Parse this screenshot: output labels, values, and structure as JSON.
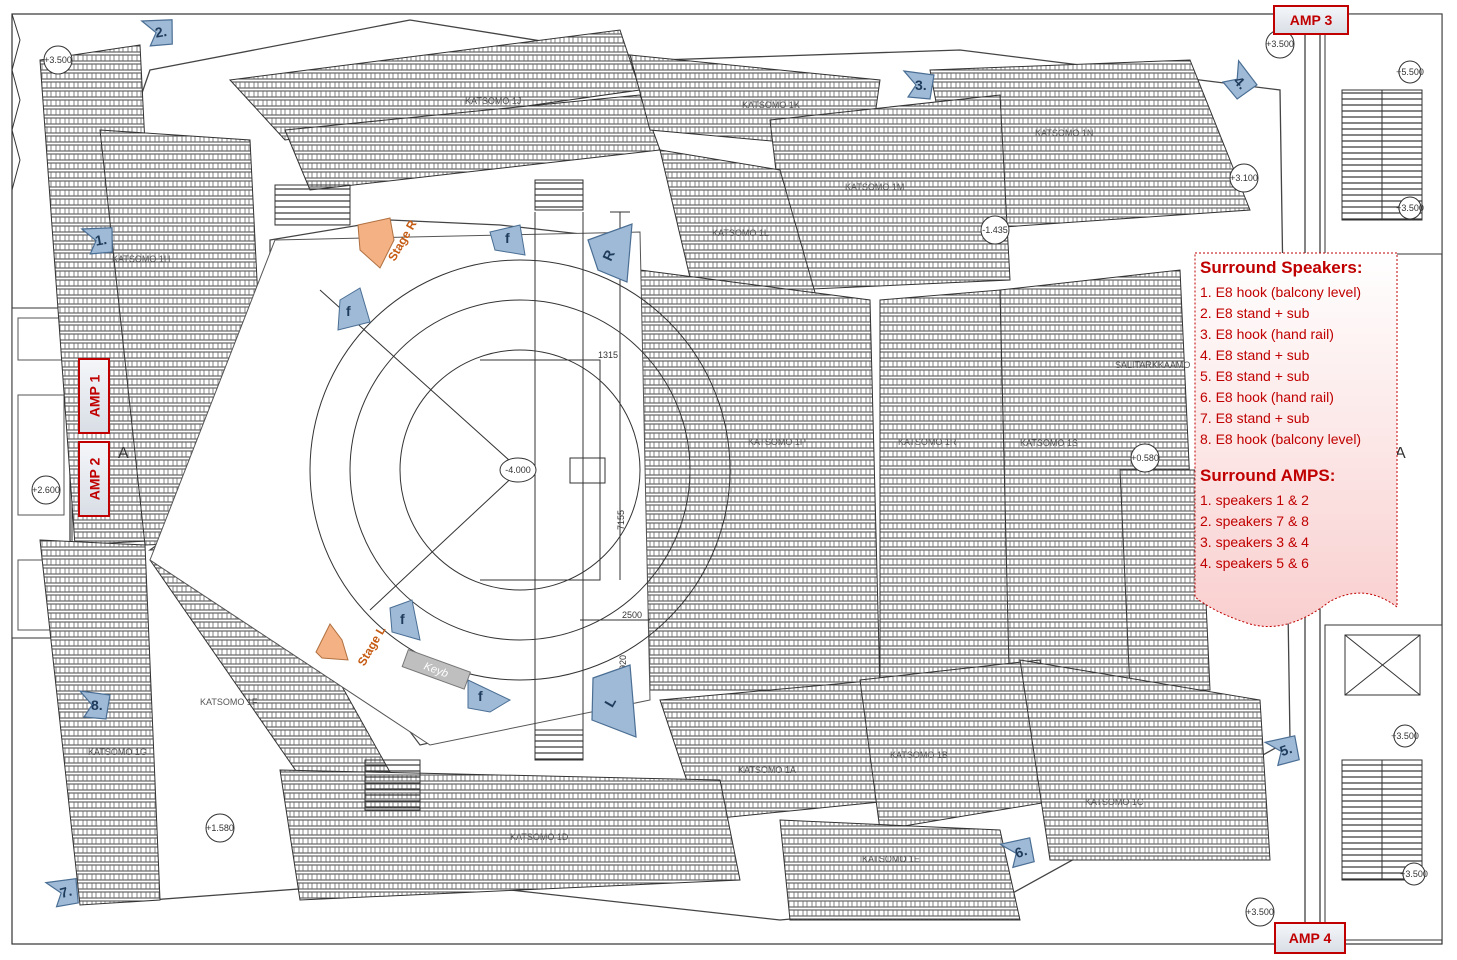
{
  "amps": [
    {
      "id": "amp-1",
      "label": "AMP 1"
    },
    {
      "id": "amp-2",
      "label": "AMP 2"
    },
    {
      "id": "amp-3",
      "label": "AMP 3"
    },
    {
      "id": "amp-4",
      "label": "AMP 4"
    }
  ],
  "legend": {
    "speakers_heading": "Surround Speakers:",
    "speakers": [
      "1. E8 hook (balcony level)",
      "2. E8 stand + sub",
      "3. E8 hook (hand rail)",
      "4. E8 stand + sub",
      "5. E8 stand + sub",
      "6. E8 hook (hand rail)",
      "7. E8 stand + sub",
      "8. E8 hook (balcony level)"
    ],
    "amps_heading": "Surround AMPS:",
    "amps": [
      "1. speakers 1 & 2",
      "2. speakers 7 & 8",
      "3. speakers 3 & 4",
      "4. speakers 5 & 6"
    ]
  },
  "speaker_markers": [
    "1.",
    "2.",
    "3.",
    "4.",
    "5.",
    "6.",
    "7.",
    "8."
  ],
  "stage_labels": {
    "stage_r": "Stage R",
    "stage_l": "Stage L"
  },
  "stage_speakers": {
    "r": "R",
    "l": "L",
    "fill_a": "f",
    "fill_b": "f",
    "fill_c": "f",
    "fill_d": "f"
  },
  "keyboard_label": "Keyb",
  "sections": [
    "KATSOMO 1H",
    "KATSOMO 1J",
    "KATSOMO 1K",
    "KATSOMO 1N",
    "KATSOMO 1M",
    "KATSOMO 1L",
    "KATSOMO 1P",
    "KATSOMO 1R",
    "KATSOMO 1S",
    "KATSOMO 1F",
    "KATSOMO 1G",
    "KATSOMO 1A",
    "KATSOMO 1B",
    "KATSOMO 1C",
    "KATSOMO 1D",
    "KATSOMO 1E"
  ],
  "room_label": "SALITARKKAAMO",
  "elevations": [
    "+3.500",
    "+3.500",
    "+3.100",
    "-1.435",
    "+0.580",
    "+2.600",
    "+1.580",
    "+3.500",
    "-4.000",
    "+5.500",
    "+3.500",
    "+3.500",
    "+3.500"
  ],
  "dimensions": [
    "1315",
    "7155",
    "2500",
    "920"
  ],
  "grid_letters": [
    "A",
    "A"
  ],
  "colors": {
    "accent_red": "#c00000",
    "marker_blue": "#9fbad6",
    "stage_orange": "#f4b183",
    "legend_fill": "#fde3e3"
  }
}
